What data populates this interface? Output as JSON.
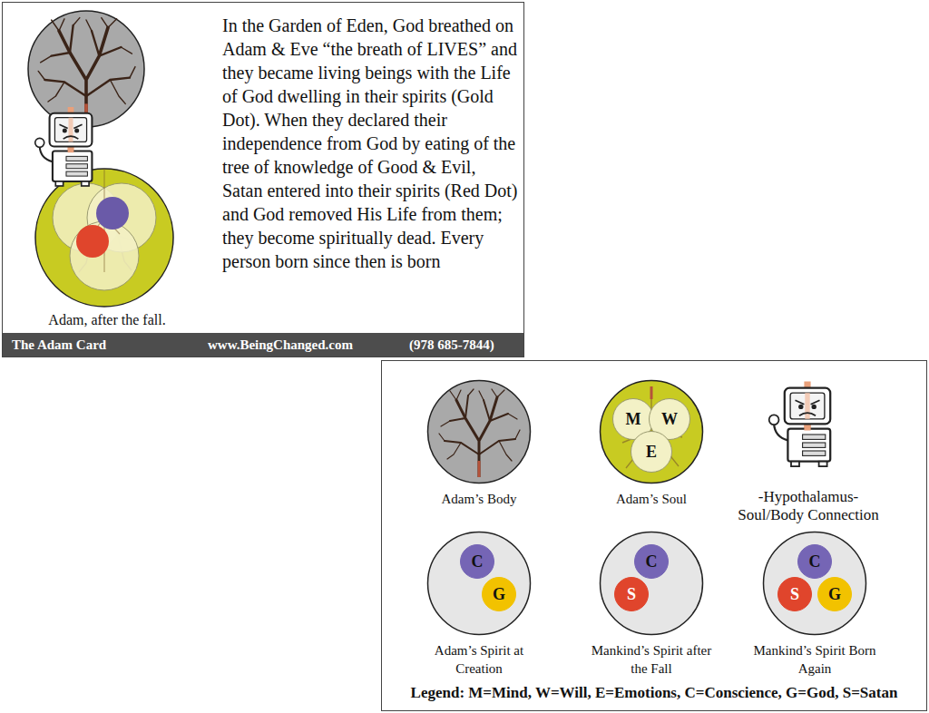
{
  "diagram": {
    "nodes": [
      {
        "text": [
          "In the Garden of Eden, God breathed on Adam & Eve “the breath of LIVES” and they became living beings with the Life of God dwelling in their spirits (Gold Dot). When they declared their independence from God by eating of the tree of knowledge of Good & Evil, Satan entered into their spirits (Red Dot) and God removed His Life from them; they become spiritually dead. Every person born since then is born",
          "Adam, after the fall."
        ]
      },
      {
        "text": [
          "The Adam Card",
          "www.BeingChanged.com",
          "(978 685-7844)"
        ],
        "in": 0
      },
      {
        "text": [
          "Legend: M=Mind, W=Will, E=Emotions, C=Conscience, G=God, S=Satan"
        ]
      },
      {
        "text": [
          "Adam’s Body"
        ],
        "in": 2
      },
      {
        "text": [
          "Adam’s Soul"
        ],
        "in": 2
      },
      {
        "text": [
          "M"
        ],
        "in": 4
      },
      {
        "text": [
          "W"
        ],
        "in": 4
      },
      {
        "text": [
          "E"
        ],
        "in": 4
      },
      {
        "text": [
          "Adam’s Spirit at Creation"
        ],
        "in": 2
      },
      {
        "text": [
          "C"
        ],
        "in": 8
      },
      {
        "text": [
          "G"
        ],
        "in": 8
      },
      {
        "text": [
          "Mankind’s Spirit after the Fall"
        ],
        "in": 2
      },
      {
        "text": [
          "C"
        ],
        "in": 11
      },
      {
        "text": [
          "S"
        ],
        "in": 11
      },
      {
        "text": [
          "Mankind’s Spirit Born Again"
        ],
        "in": 2
      },
      {
        "text": [
          "C"
        ],
        "in": 14
      },
      {
        "text": [
          "S"
        ],
        "in": 14
      },
      {
        "text": [
          "G"
        ],
        "in": 14
      }
    ],
    "edges": [],
    "labels": [
      "-Hypothalamus- Soul/Body Connection"
    ]
  }
}
